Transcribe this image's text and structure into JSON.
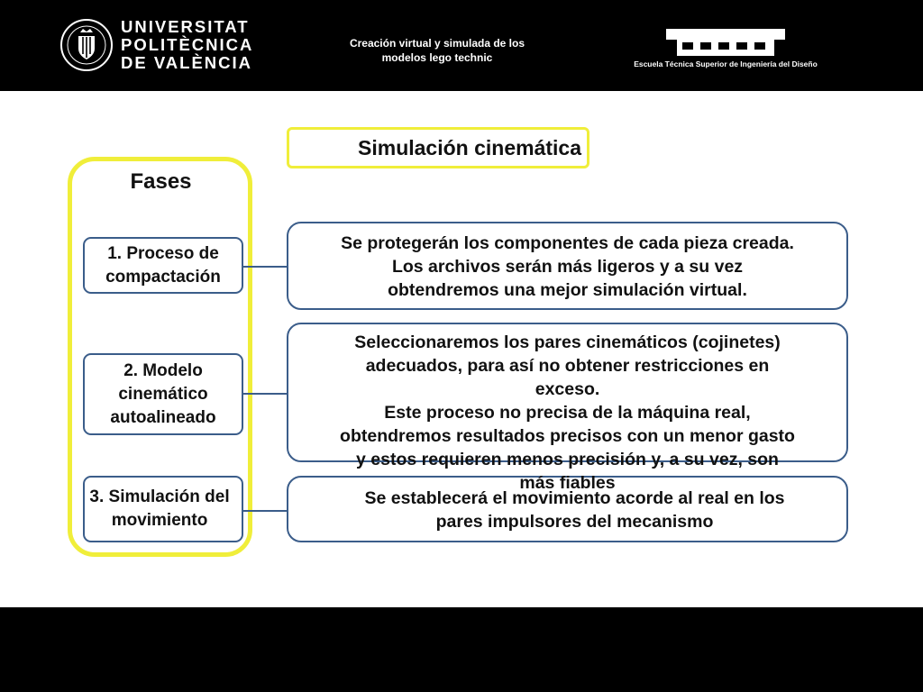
{
  "header": {
    "university_lines": [
      "UNIVERSITAT",
      "POLITÈCNICA",
      "DE VALÈNCIA"
    ],
    "title_lines": [
      "Creación virtual y simulada de los",
      "modelos lego technic"
    ],
    "school": "Escuela Técnica Superior de Ingeniería del Diseño"
  },
  "main": {
    "title": "Simulación cinemática",
    "fases_label": "Fases",
    "phases": [
      {
        "label_lines": [
          "1. Proceso de",
          "compactación"
        ]
      },
      {
        "label_lines": [
          "2. Modelo",
          "cinemático",
          "autoalineado"
        ]
      },
      {
        "label_lines": [
          "3. Simulación del",
          "movimiento"
        ]
      }
    ],
    "descriptions": [
      {
        "lines": [
          "Se protegerán los componentes de cada pieza creada.",
          "Los archivos serán más ligeros y a su vez",
          "obtendremos una  mejor simulación virtual."
        ]
      },
      {
        "lines": [
          "Seleccionaremos los pares cinemáticos (cojinetes)",
          "adecuados, para así no obtener restricciones en",
          "exceso.",
          "Este proceso no precisa de la máquina real,",
          "obtendremos resultados precisos con un menor gasto",
          "y estos requieren menos precisión y, a su vez, son",
          "más fiables"
        ]
      },
      {
        "lines": [
          "Se establecerá el movimiento acorde al real en los",
          "pares impulsores del mecanismo"
        ]
      }
    ]
  },
  "colors": {
    "highlight_yellow": "#f0ee3a",
    "box_border_blue": "#3b5d8a",
    "band_black": "#000000"
  }
}
